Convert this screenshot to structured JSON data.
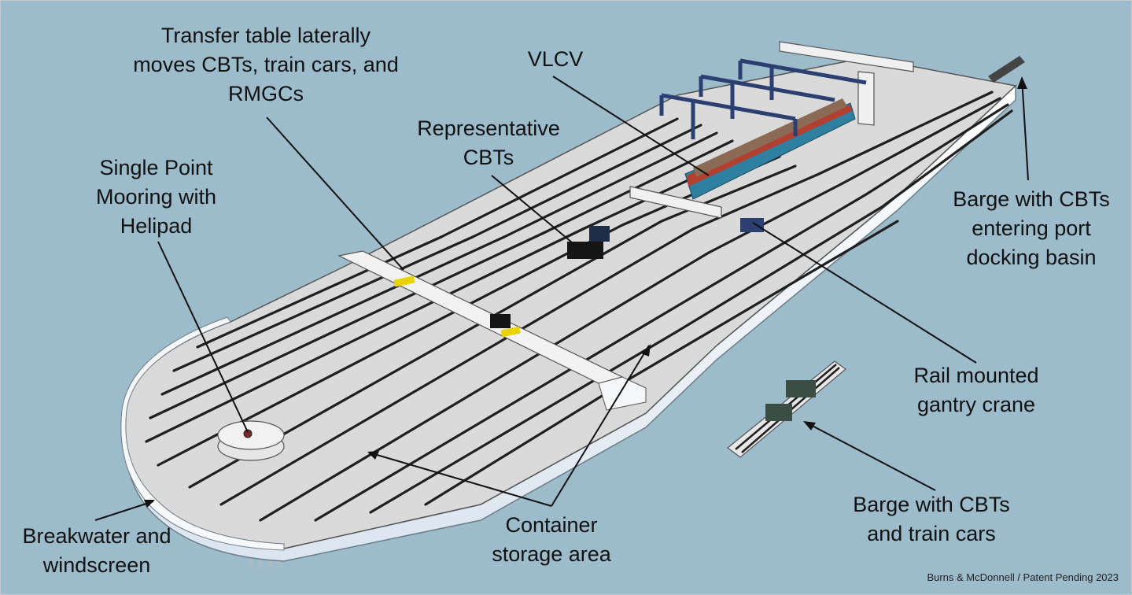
{
  "labels": {
    "transfer_table": [
      "Transfer table laterally",
      "moves CBTs, train cars, and",
      "RMGCs"
    ],
    "vlcv": [
      "VLCV"
    ],
    "representative_cbts": [
      "Representative",
      "CBTs"
    ],
    "single_point_mooring": [
      "Single Point",
      "Mooring with",
      "Helipad"
    ],
    "barge_entering": [
      "Barge with CBTs",
      "entering port",
      "docking basin"
    ],
    "rail_gantry": [
      "Rail mounted",
      "gantry crane"
    ],
    "barge_train": [
      "Barge with CBTs",
      "and train cars"
    ],
    "container_storage": [
      "Container",
      "storage area"
    ],
    "breakwater": [
      "Breakwater and",
      "windscreen"
    ]
  },
  "credit": "Burns & McDonnell / Patent Pending 2023",
  "colors": {
    "water": "#9dbccb",
    "deck": "#d9d9d9",
    "rails": "#222222",
    "breakwater_wall": "#f4f6f8",
    "crane": "#2b3f70",
    "ship_hull": "#2f7fa0",
    "ship_red": "#b24030",
    "transfer_yellow": "#e8d400"
  }
}
